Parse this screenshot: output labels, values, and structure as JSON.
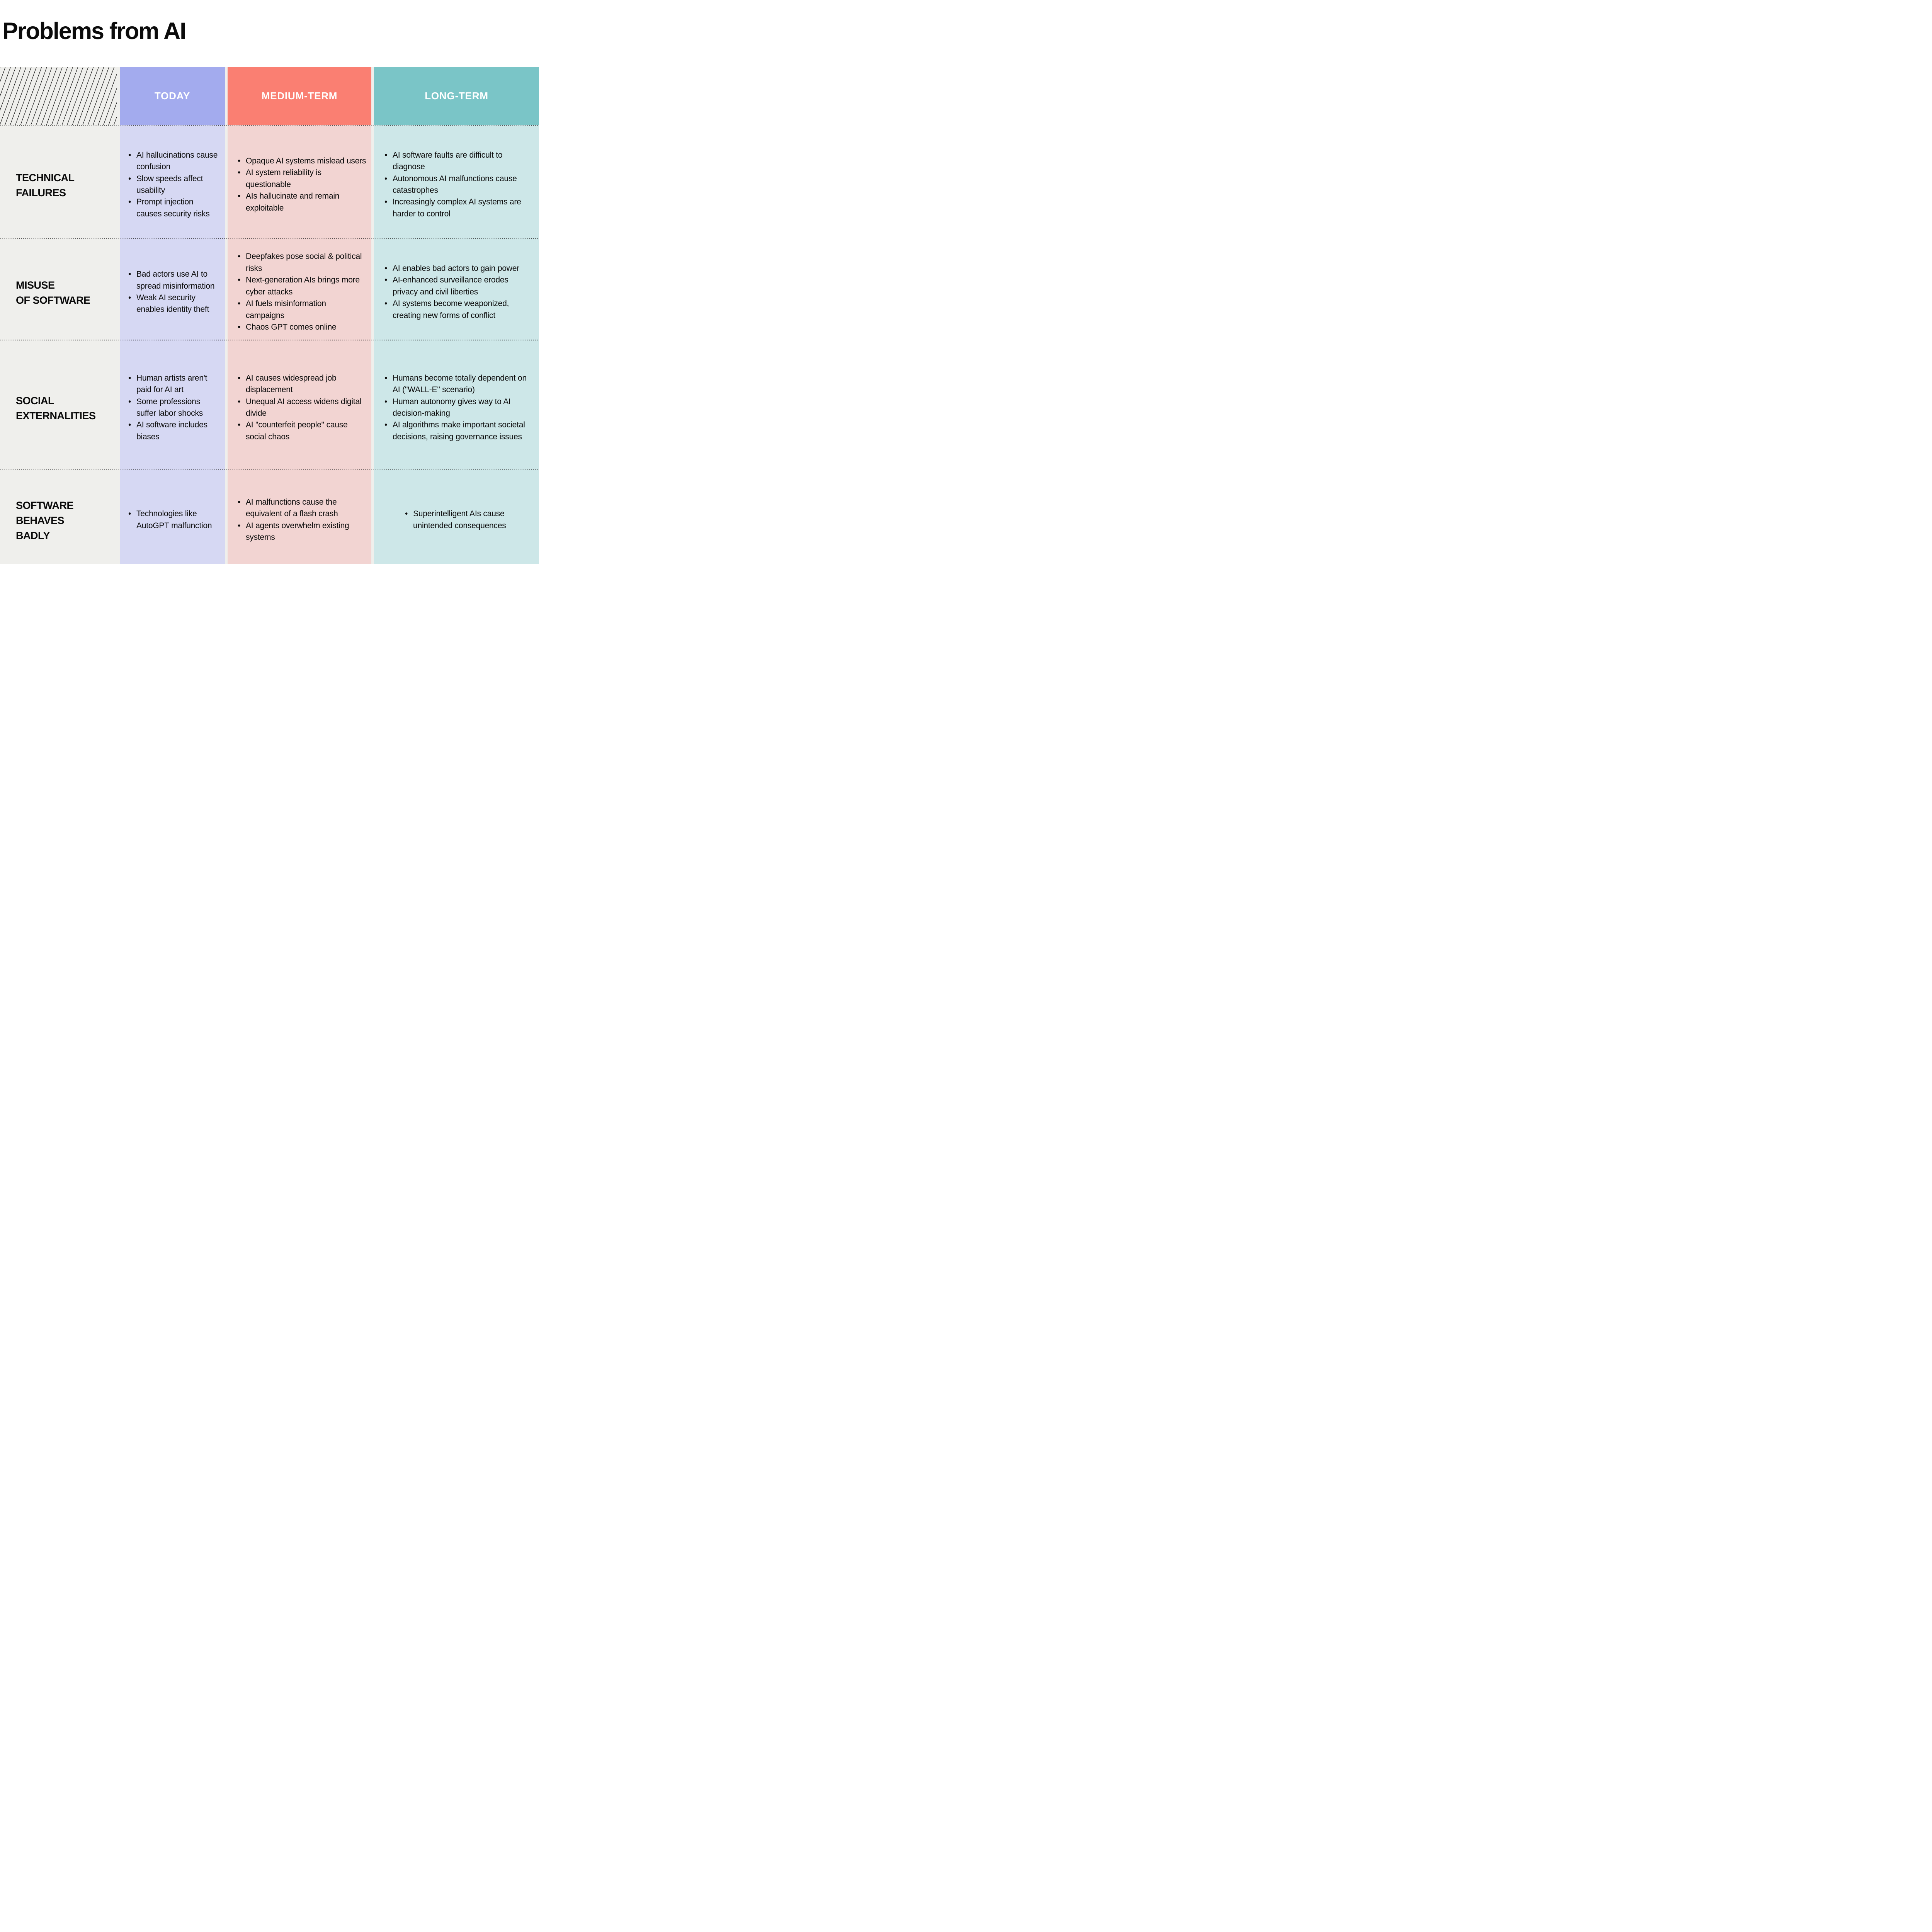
{
  "title": "Problems from AI",
  "colors": {
    "page_bg": "#ffffff",
    "label_col_bg": "#efefec",
    "text": "#0b0b0b",
    "header_text": "#ffffff",
    "separator": "#141414",
    "hatch_line": "#1c1c1c"
  },
  "columns": [
    {
      "key": "today",
      "label": "TODAY",
      "header_bg": "#a3abee",
      "body_bg": "#d6d8f3"
    },
    {
      "key": "medium",
      "label": "MEDIUM-TERM",
      "header_bg": "#fa7f72",
      "body_bg": "#f2d4d2"
    },
    {
      "key": "long",
      "label": "LONG-TERM",
      "header_bg": "#7ac5c7",
      "body_bg": "#cde7e8"
    }
  ],
  "chart_data": {
    "type": "table",
    "title": "Problems from AI",
    "columns": [
      "TODAY",
      "MEDIUM-TERM",
      "LONG-TERM"
    ],
    "row_headers": [
      "TECHNICAL FAILURES",
      "MISUSE OF SOFTWARE",
      "SOCIAL EXTERNALITIES",
      "SOFTWARE BEHAVES BADLY"
    ]
  },
  "rows": [
    {
      "label_lines": [
        "TECHNICAL",
        "FAILURES"
      ],
      "cells": {
        "today": [
          "AI hallucinations cause confusion",
          "Slow speeds affect usability",
          "Prompt injection causes security risks"
        ],
        "medium": [
          "Opaque AI systems mislead users",
          "AI system reliability is questionable",
          "AIs hallucinate and remain exploitable"
        ],
        "long": [
          "AI software faults are difficult to diagnose",
          "Autonomous AI malfunctions cause catastrophes",
          "Increasingly complex AI systems are harder to control"
        ]
      }
    },
    {
      "label_lines": [
        "MISUSE",
        "OF SOFTWARE"
      ],
      "cells": {
        "today": [
          "Bad actors use AI to spread misinformation",
          "Weak AI security enables identity theft"
        ],
        "medium": [
          "Deepfakes pose social & political risks",
          "Next-generation AIs brings more cyber attacks",
          "AI fuels misinformation campaigns",
          "Chaos GPT comes online"
        ],
        "long": [
          "AI enables bad actors to gain power",
          "AI-enhanced surveillance erodes privacy and civil liberties",
          "AI systems become weaponized, creating new forms of conflict"
        ]
      }
    },
    {
      "label_lines": [
        "SOCIAL",
        "EXTERNALITIES"
      ],
      "cells": {
        "today": [
          "Human artists aren't paid for AI art",
          "Some professions suffer labor shocks",
          "AI software includes biases"
        ],
        "medium": [
          "AI causes widespread job displacement",
          "Unequal AI access widens digital divide",
          "AI \"counterfeit people\" cause social chaos"
        ],
        "long": [
          "Humans become totally dependent on AI (\"WALL-E\" scenario)",
          "Human autonomy gives way to AI decision-making",
          "AI algorithms make important societal decisions, raising governance issues"
        ]
      }
    },
    {
      "label_lines": [
        "SOFTWARE",
        "BEHAVES",
        "BADLY"
      ],
      "cells": {
        "today": [
          "Technologies like AutoGPT malfunction"
        ],
        "medium": [
          "AI malfunctions cause the equivalent of a flash crash",
          "AI agents overwhelm existing systems"
        ],
        "long": [
          "Superintelligent AIs cause unintended consequences"
        ]
      }
    }
  ]
}
